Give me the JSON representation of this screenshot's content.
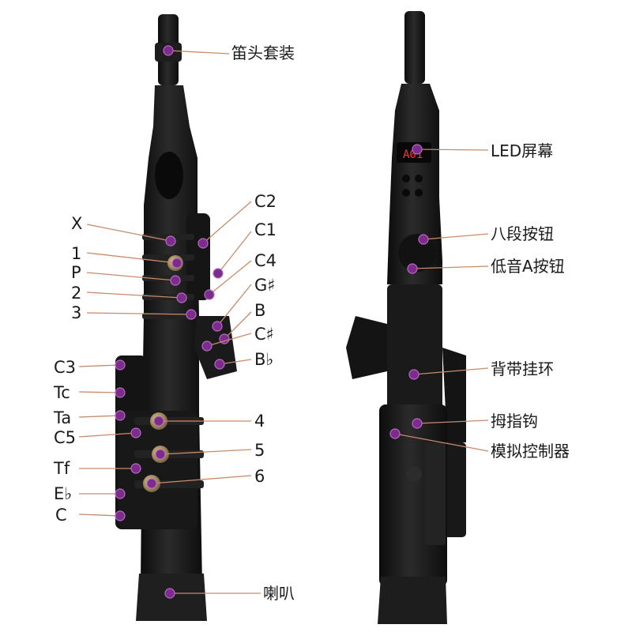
{
  "colors": {
    "instrument": "#161616",
    "instrument_edge": "#2a2a2a",
    "key_metal": "#b29a6a",
    "marker_dot": "#7d2b8c",
    "leader_line": "#c98a6a",
    "led_display": "#ff3030",
    "label_text": "#1a1a1a"
  },
  "labels": {
    "mouthpiece": "笛头套装",
    "x": "X",
    "k1": "1",
    "p": "P",
    "k2": "2",
    "k3": "3",
    "c2": "C2",
    "c1": "C1",
    "c4": "C4",
    "gsharp": "G♯",
    "b": "B",
    "csharp": "C♯",
    "bflat": "B♭",
    "c3": "C3",
    "tc": "Tc",
    "ta": "Ta",
    "c5": "C5",
    "tf": "Tf",
    "eflat": "E♭",
    "c": "C",
    "k4": "4",
    "k5": "5",
    "k6": "6",
    "bell": "喇叭",
    "led": "LED屏幕",
    "octave": "八段按钮",
    "lowa": "低音A按钮",
    "strap": "背带挂环",
    "thumb": "拇指钩",
    "analog": "模拟控制器"
  },
  "led_text": "A01"
}
